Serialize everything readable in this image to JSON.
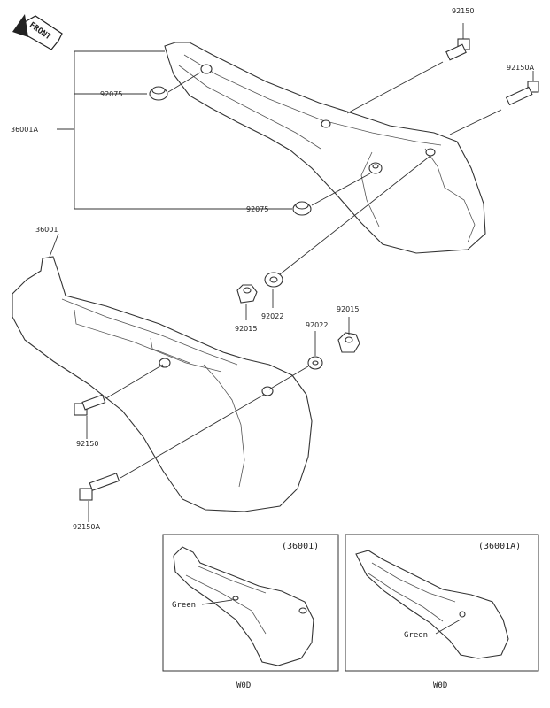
{
  "front_label": "FRONT",
  "callouts": {
    "p92150_top": "92150",
    "p92150a_top": "92150A",
    "p92075_a": "92075",
    "p36001a": "36001A",
    "p92075_b": "92075",
    "p36001": "36001",
    "p92022_a": "92022",
    "p92015_a": "92015",
    "p92022_b": "92022",
    "p92015_b": "92015",
    "p92150_bottom": "92150",
    "p92150a_bottom": "92150A"
  },
  "inset_left": {
    "title": "(36001)",
    "color_label": "Green",
    "footer": "W0D"
  },
  "inset_right": {
    "title": "(36001A)",
    "color_label": "Green",
    "footer": "W0D"
  }
}
